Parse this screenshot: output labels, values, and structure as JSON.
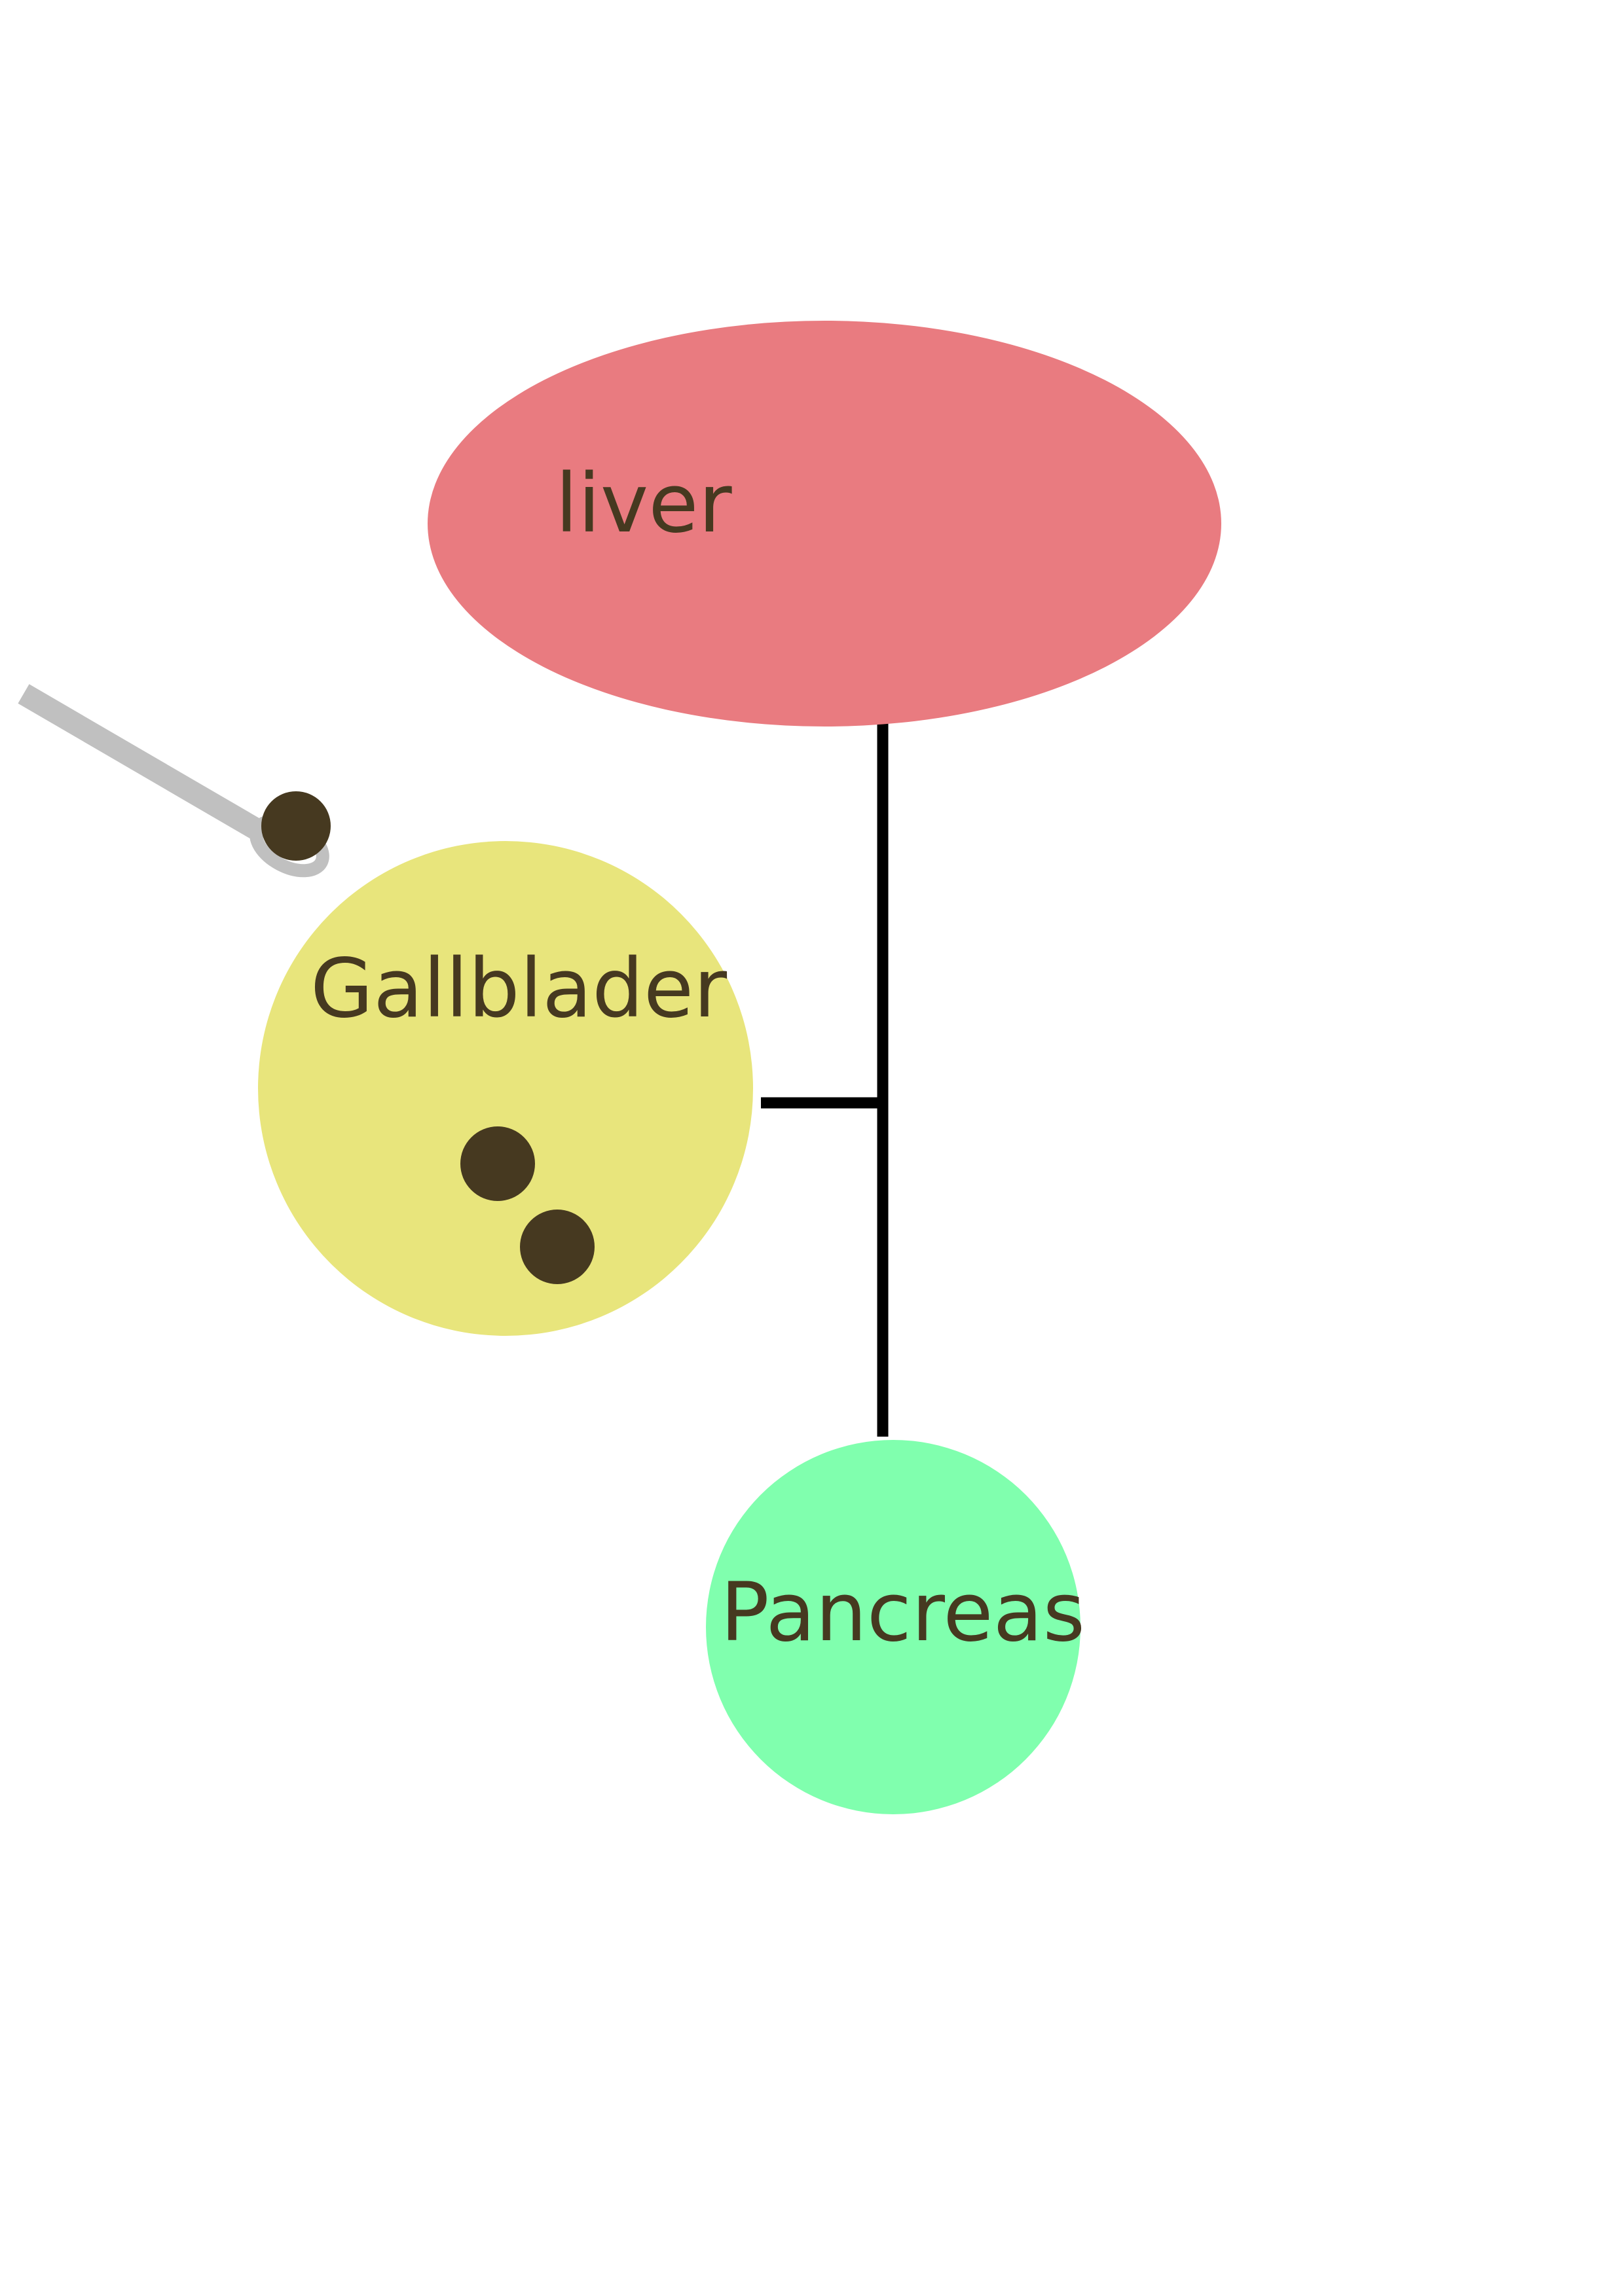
{
  "colors": {
    "background": "#ffffff",
    "liver": "#e97b80",
    "gallbladder": "#e8e57c",
    "pancreas": "#80ffae",
    "stone": "#463920",
    "duct": "#000000",
    "probe": "#c0c0c0",
    "label_text": "#463920"
  },
  "organs": {
    "liver": {
      "label": "liver"
    },
    "gallbladder": {
      "label": "Gallblader"
    },
    "pancreas": {
      "label": "Pancreas"
    }
  },
  "stones": {
    "count_in_gallbladder": 2,
    "count_on_probe": 1
  }
}
